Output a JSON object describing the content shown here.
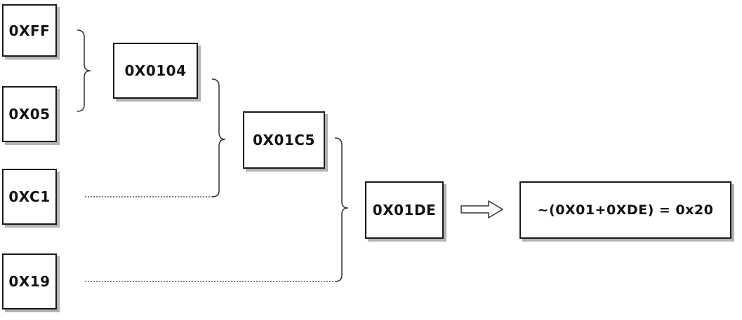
{
  "diagram": {
    "inputs": [
      {
        "value": "0XFF"
      },
      {
        "value": "0X05"
      },
      {
        "value": "0XC1"
      },
      {
        "value": "0X19"
      }
    ],
    "sums": [
      {
        "value": "0X0104"
      },
      {
        "value": "0X01C5"
      },
      {
        "value": "0X01DE"
      }
    ],
    "result": {
      "value": "~(0X01+0XDE) = 0x20"
    },
    "colors": {
      "stroke": "#1a1a1a",
      "shadow": "#b3b3b3",
      "background": "#ffffff"
    }
  }
}
